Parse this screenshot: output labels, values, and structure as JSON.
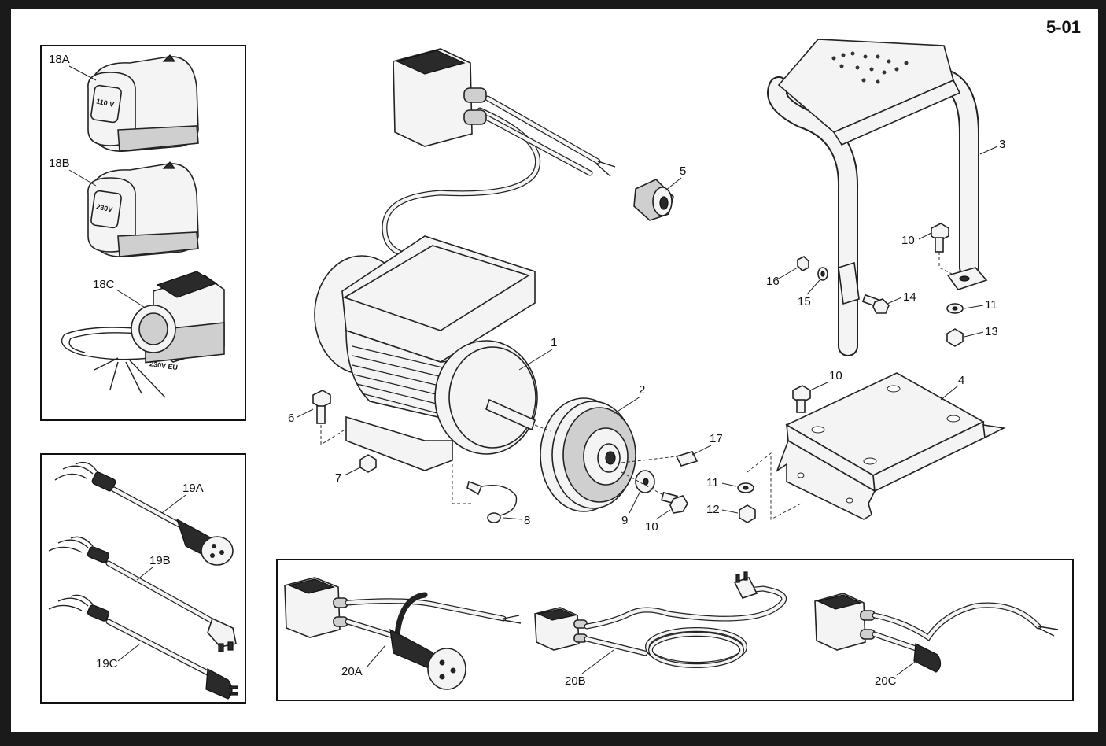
{
  "page_number": "5-01",
  "callouts": {
    "c1": "1",
    "c2": "2",
    "c3": "3",
    "c4": "4",
    "c5": "5",
    "c6": "6",
    "c7": "7",
    "c8": "8",
    "c9": "9",
    "c10a": "10",
    "c10b": "10",
    "c10c": "10",
    "c11a": "11",
    "c11b": "11",
    "c12": "12",
    "c13": "13",
    "c14": "14",
    "c15": "15",
    "c16": "16",
    "c17": "17"
  },
  "inset_switches": {
    "a": "18A",
    "b": "18B",
    "c": "18C",
    "plate_a": "110 V",
    "plate_b": "230V",
    "plate_c": "230V EU"
  },
  "inset_cords": {
    "a": "19A",
    "b": "19B",
    "c": "19C"
  },
  "inset_boxes": {
    "a": "20A",
    "b": "20B",
    "c": "20C"
  }
}
